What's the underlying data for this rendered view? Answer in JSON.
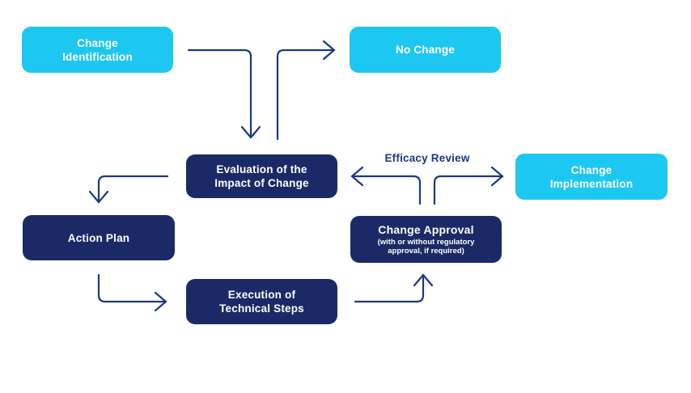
{
  "diagram": {
    "colors": {
      "accent_cyan": "#1CC8F2",
      "node_navy": "#1B2A66",
      "line_navy": "#1C3884"
    },
    "nodes": {
      "change_identification": {
        "label": "Change Identification"
      },
      "no_change": {
        "label": "No Change"
      },
      "evaluation": {
        "label": "Evaluation of the Impact of Change"
      },
      "change_implementation": {
        "label": "Change Implementation"
      },
      "action_plan": {
        "label": "Action Plan"
      },
      "change_approval": {
        "label": "Change Approval",
        "sublabel": "(with or without regulatory approval, if required)"
      },
      "execution": {
        "label": "Execution of Technical Steps"
      }
    },
    "labels": {
      "efficacy_review": "Efficacy Review"
    }
  }
}
